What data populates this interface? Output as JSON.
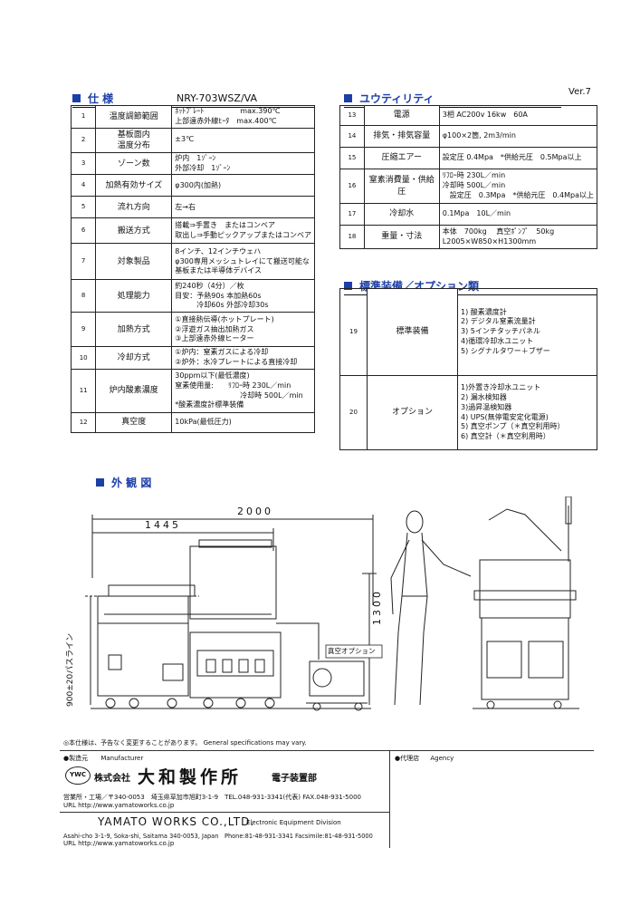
{
  "version": "Ver.7",
  "model": "NRY-703WSZ/VA",
  "sections": {
    "spec": "仕 様",
    "utility": "ユウティリティ",
    "options": "標準装備／オプション類",
    "appearance": "外 観 図"
  },
  "spec_rows": [
    {
      "no": "1",
      "item": "温度調節範囲",
      "lines": [
        "ﾎｯﾄﾌﾟﾚｰﾄ　　　　　max.390℃",
        "上部遠赤外線ﾋｰﾀ　max.400℃"
      ]
    },
    {
      "no": "2",
      "item": "基板面内\n温度分布",
      "lines": [
        "±3℃"
      ]
    },
    {
      "no": "3",
      "item": "ゾーン数",
      "lines": [
        "炉内　1ｿﾞｰﾝ",
        "外部冷却　1ｿﾞｰﾝ"
      ]
    },
    {
      "no": "4",
      "item": "加熱有効サイズ",
      "lines": [
        "φ300内(加熱)"
      ]
    },
    {
      "no": "5",
      "item": "流れ方向",
      "lines": [
        "左→右"
      ]
    },
    {
      "no": "6",
      "item": "搬送方式",
      "lines": [
        "搭載⇒手置き　またはコンベア",
        "取出し⇒手動ピックアップまたはコンベア"
      ]
    },
    {
      "no": "7",
      "item": "対象製品",
      "lines": [
        "8インチ、12インチウェハ",
        "φ300専用メッシュトレイにて搬送可能な",
        "基板または半導体デバイス"
      ]
    },
    {
      "no": "8",
      "item": "処理能力",
      "lines": [
        "約240秒（4分）／枚",
        "目安：予熱90s 本加熱60s",
        "　　　冷却60s 外部冷却30s"
      ]
    },
    {
      "no": "9",
      "item": "加熱方式",
      "lines": [
        "①直接熱伝導(ホットプレート)",
        "②浮遊ガス抽出加熱ガス",
        "③上部遠赤外線ヒーター"
      ]
    },
    {
      "no": "10",
      "item": "冷却方式",
      "lines": [
        "①炉内：窒素ガスによる冷却",
        "②炉外：水冷プレートによる直接冷却"
      ]
    },
    {
      "no": "11",
      "item": "炉内酸素濃度",
      "lines": [
        "30ppm以下(最低濃度)",
        "窒素使用量:　　ﾘﾌﾛｰ時 230L／min",
        "　　　　　　　　　冷却時 500L／min",
        "*酸素濃度計標準装備"
      ]
    },
    {
      "no": "12",
      "item": "真空度",
      "lines": [
        "10kPa(最低圧力)"
      ]
    }
  ],
  "utility_rows": [
    {
      "no": "13",
      "item": "電源",
      "lines": [
        "3相 AC200v 16kw　60A"
      ]
    },
    {
      "no": "14",
      "item": "排気・排気容量",
      "lines": [
        "φ100×2箇, 2m3/min"
      ]
    },
    {
      "no": "15",
      "item": "圧縮エアー",
      "lines": [
        "設定圧 0.4Mpa　*供給元圧　0.5Mpa以上"
      ]
    },
    {
      "no": "16",
      "item": "窒素消費量・供給圧",
      "lines": [
        "ﾘﾌﾛｰ時 230L／min",
        "冷却時 500L／min",
        "　設定圧　0.3Mpa　*供給元圧　0.4Mpa以上"
      ]
    },
    {
      "no": "17",
      "item": "冷却水",
      "lines": [
        "0.1Mpa　10L／min"
      ]
    },
    {
      "no": "18",
      "item": "重量・寸法",
      "lines": [
        "本体　700kg　 真空ﾎﾟﾝﾌﾟ　50kg",
        "L2005×W850×H1300mm"
      ]
    }
  ],
  "option_rows": [
    {
      "no": "19",
      "item": "標準装備",
      "lines": [
        "1) 酸素濃度計",
        "2) デジタル窒素流量計",
        "3) 5インチタッチパネル",
        "4)循環冷却水ユニット",
        "5) シグナルタワー＋ブザー"
      ]
    },
    {
      "no": "20",
      "item": "オプション",
      "lines": [
        "1)外置き冷却水ユニット",
        "2) 漏水検知器",
        "3)過昇温検知器",
        "4) UPS(無停電安定化電源)",
        "5) 真空ポンプ（＊真空利用時）",
        "6) 真空計（＊真空利用時）"
      ]
    }
  ],
  "drawing": {
    "dim_total": "2000",
    "dim_left": "1445",
    "dim_height": "1300",
    "dim_passline": "900±20パスライン",
    "vacuum_option": "真空オプション"
  },
  "footer": {
    "note": "◎本仕様は、予告なく変更することがあります。 General specifications may vary.",
    "maker_label": "●製造元",
    "maker_label_en": "Manufacturer",
    "agency_label": "●代理店",
    "agency_label_en": "Agency",
    "logo": "YWC",
    "company_prefix": "株式会社",
    "company_name": "大和製作所",
    "division": "電子装置部",
    "address": "営業所・工場／〒340-0053　埼玉県草加市旭町3-1-9　TEL.048-931-3341(代表) FAX.048-931-5000",
    "url": "URL http://www.yamatoworks.co.jp",
    "company_en": "YAMATO WORKS CO.,LTD.",
    "division_en": "Electronic Equipment Division",
    "address_en": "Asahi-cho 3-1-9, Soka-shi, Saitama 340-0053, Japan　Phone:81-48-931-3341 Facsimile:81-48-931-5000",
    "url_en": "URL http://www.yamatoworks.co.jp"
  }
}
